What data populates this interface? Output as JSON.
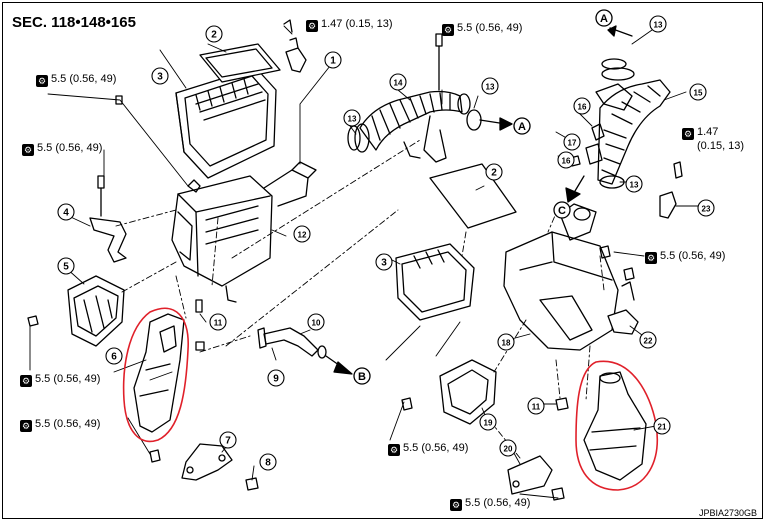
{
  "section_title": "SEC. 118•148•165",
  "figure_code": "JPBIA2730GB",
  "torque_icon": "torque-wrench-icon",
  "torque_labels": [
    {
      "id": "tq-1",
      "line1": "1.47 (0.15, 13)",
      "line2": ""
    },
    {
      "id": "tq-2",
      "line1": "5.5 (0.56, 49)",
      "line2": ""
    },
    {
      "id": "tq-3",
      "line1": "5.5 (0.56, 49)",
      "line2": ""
    },
    {
      "id": "tq-4",
      "line1": "5.5 (0.56, 49)",
      "line2": ""
    },
    {
      "id": "tq-5",
      "line1": "1.47",
      "line2": "(0.15, 13)"
    },
    {
      "id": "tq-6",
      "line1": "5.5 (0.56, 49)",
      "line2": ""
    },
    {
      "id": "tq-7",
      "line1": "5.5 (0.56, 49)",
      "line2": ""
    },
    {
      "id": "tq-8",
      "line1": "5.5 (0.56, 49)",
      "line2": ""
    },
    {
      "id": "tq-9",
      "line1": "5.5 (0.56, 49)",
      "line2": ""
    },
    {
      "id": "tq-10",
      "line1": "5.5 (0.56, 49)",
      "line2": ""
    }
  ],
  "callouts": [
    "1",
    "2",
    "3",
    "4",
    "5",
    "6",
    "7",
    "8",
    "9",
    "10",
    "11",
    "12",
    "13",
    "13",
    "14",
    "2",
    "3",
    "13",
    "15",
    "16",
    "16",
    "17",
    "13",
    "23",
    "22",
    "18",
    "11",
    "19",
    "20",
    "21"
  ],
  "reference_letters": [
    "A",
    "A",
    "B",
    "C"
  ],
  "highlight_color": "#e0202a"
}
